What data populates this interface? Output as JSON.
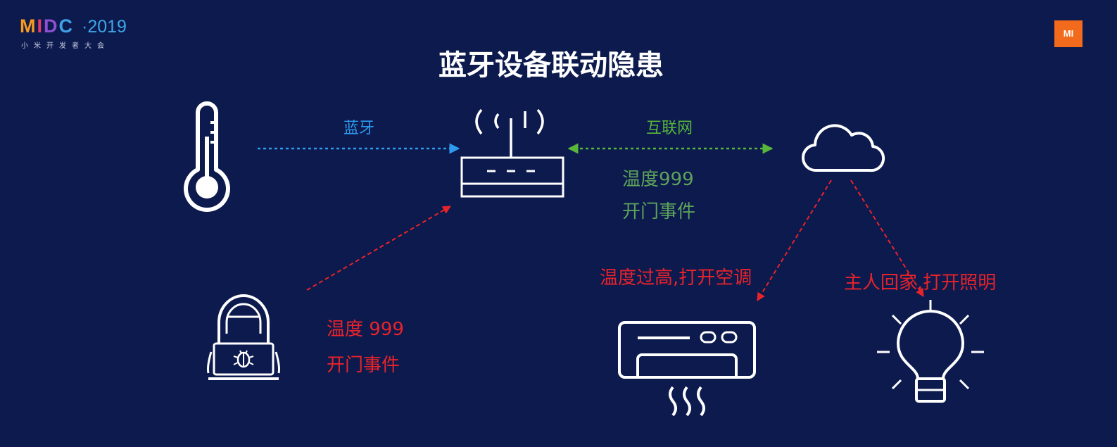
{
  "logo": {
    "letters": [
      "M",
      "I",
      "D",
      "C"
    ],
    "year": "·2019",
    "subtitle": "小米开发者大会"
  },
  "brand_badge": "MI",
  "title": "蓝牙设备联动隐患",
  "diagram": {
    "link_bluetooth_label": "蓝牙",
    "link_internet_label": "互联网",
    "gateway_event": {
      "line1": "温度999",
      "line2": "开门事件"
    },
    "attacker_event": {
      "line1": "温度 999",
      "line2": "开门事件"
    },
    "ac_action": "温度过高,打开空调",
    "light_action": "主人回家,打开照明"
  },
  "colors": {
    "background": "#0c1a4e",
    "bluetooth": "#2f9bf0",
    "internet": "#58b63a",
    "attack": "#e8232a",
    "icon": "#ffffff",
    "brand": "#f26a1b"
  },
  "icons": [
    "thermometer-icon",
    "router-icon",
    "cloud-icon",
    "hacker-icon",
    "air-conditioner-icon",
    "light-bulb-icon"
  ]
}
